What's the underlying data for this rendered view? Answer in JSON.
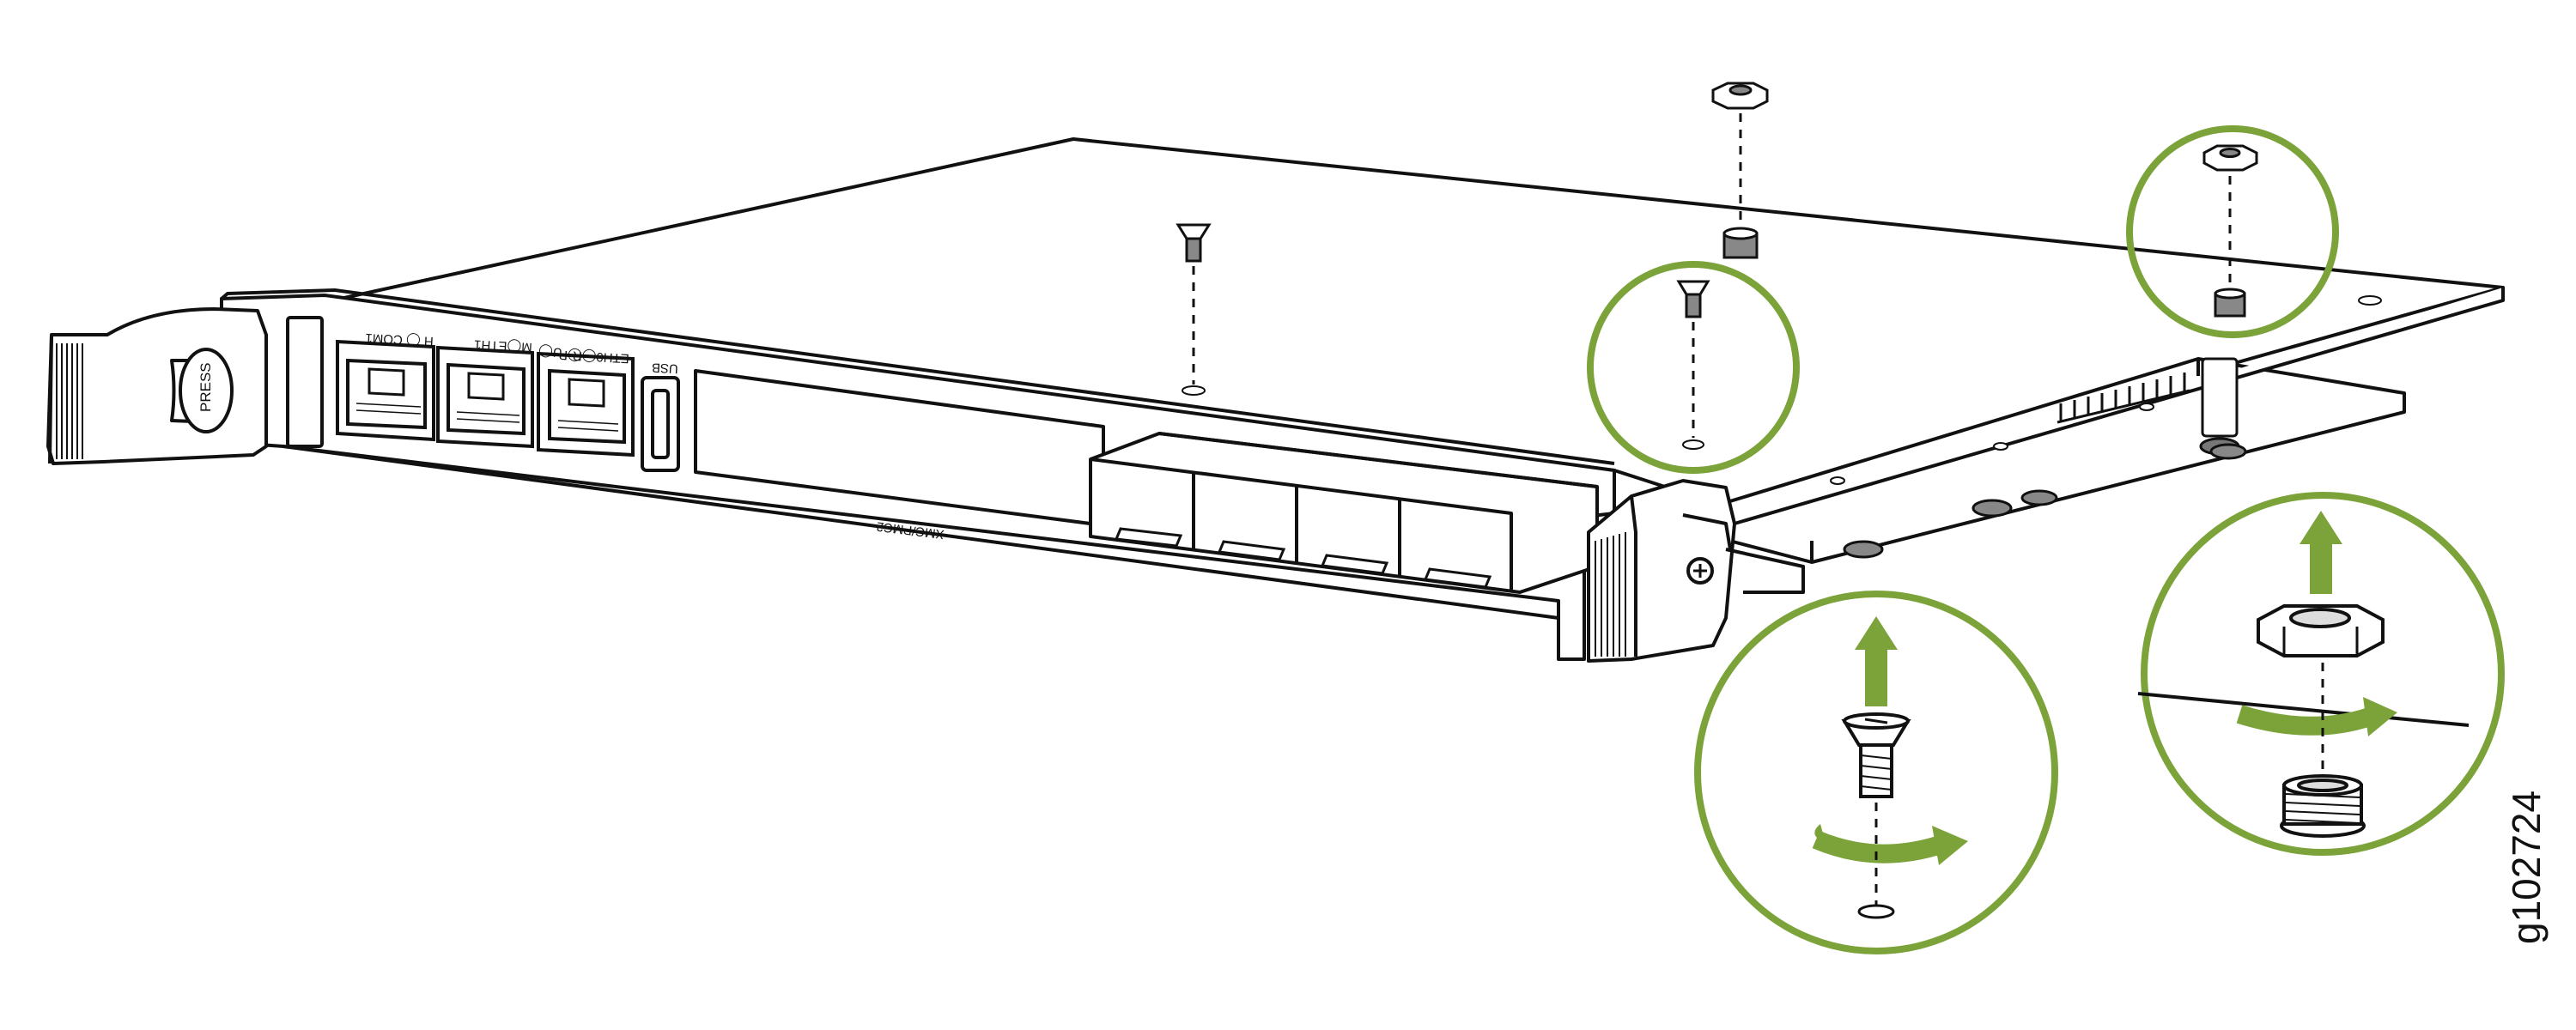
{
  "figure": {
    "id_label": "g102724",
    "accent_color": "#7ba33a",
    "line_color": "#111111"
  },
  "front_panel": {
    "latch_label": "PRESS",
    "port_labels": [
      "H ◯ COM1",
      "M◯ETH1",
      "U◯",
      "ETH0◯R",
      "◯P",
      "USB"
    ],
    "slot_label": "XMC/PMC2"
  },
  "callouts": [
    {
      "name": "screw-removal-detail",
      "icon": "flat-head-screw-icon",
      "direction": "up"
    },
    {
      "name": "standoff-nut-removal-detail",
      "icon": "hex-nut-icon",
      "direction": "up"
    }
  ]
}
